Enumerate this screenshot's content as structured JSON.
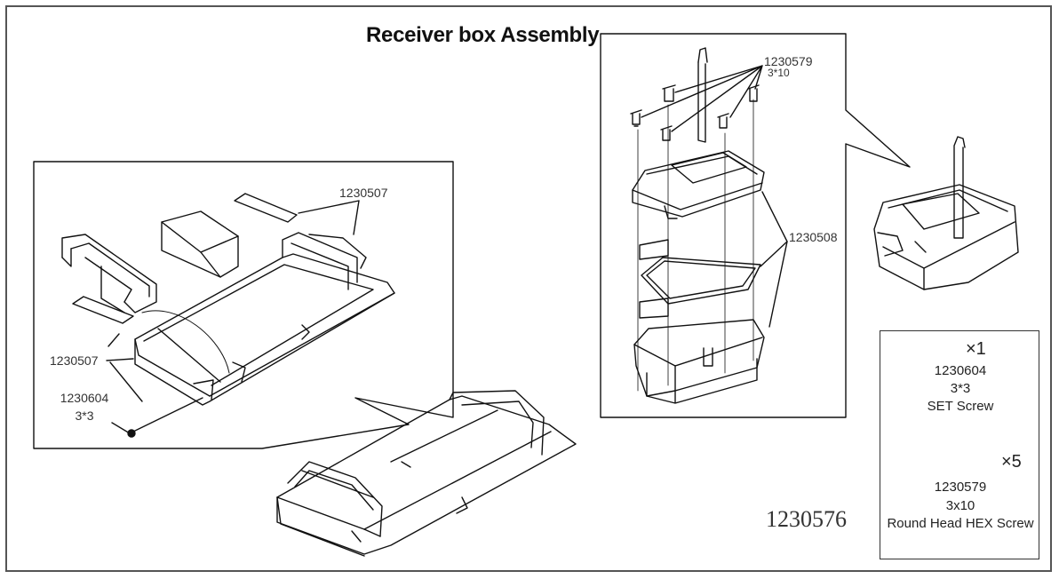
{
  "title": "Receiver box Assembly",
  "catalog_number": "1230576",
  "left_panel": {
    "label_top": "1230507",
    "label_left": "1230507",
    "label_setscrew_part": "1230604",
    "label_setscrew_size": "3*3"
  },
  "right_panel": {
    "label_screw_part": "1230579",
    "label_screw_size": "3*10",
    "label_box_part": "1230508"
  },
  "legend": {
    "set_screw": {
      "qty": "×1",
      "part": "1230604",
      "size": "3*3",
      "name": "SET Screw"
    },
    "hex_screw": {
      "qty": "×5",
      "part": "1230579",
      "size": "3x10",
      "name": "Round Head HEX Screw"
    }
  }
}
